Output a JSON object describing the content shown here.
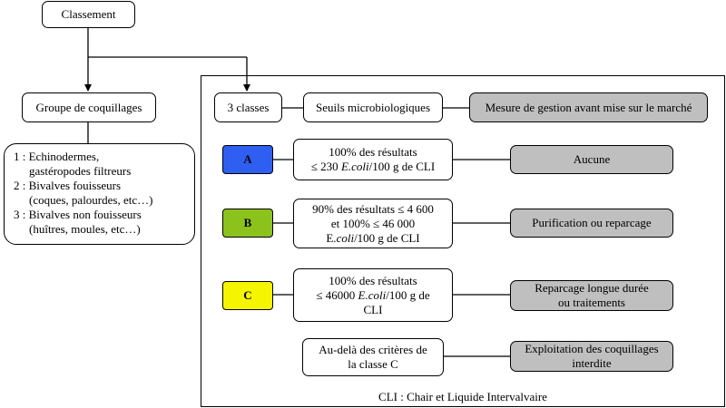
{
  "root": {
    "label": "Classement"
  },
  "groups": {
    "label": "Groupe de coquillages",
    "items": [
      {
        "num": "1 : Echinodermes,",
        "cont": "gastéropodes filtreurs"
      },
      {
        "num": "2 : Bivalves fouisseurs",
        "cont": "(coques, palourdes, etc…)"
      },
      {
        "num": "3 : Bivalves non fouisseurs",
        "cont": "(huîtres, moules, etc…)"
      }
    ]
  },
  "headers": {
    "classes": "3 classes",
    "thresholds": "Seuils microbiologiques",
    "management": "Mesure de gestion avant mise sur le marché"
  },
  "classes": [
    {
      "letter": "A",
      "color": "#2e5ff0",
      "threshold": {
        "l1": "100% des résultats",
        "l2a": "≤ 230 ",
        "l2i": "E.coli",
        "l2b": "/100 g de CLI",
        "l3": ""
      },
      "measure": {
        "l1": "Aucune",
        "l2": ""
      }
    },
    {
      "letter": "B",
      "color": "#8cc21c",
      "threshold": {
        "l1": "90% des résultats ≤ 4 600",
        "l2a": "et 100% ≤ 46 000",
        "l2i": "",
        "l2b": "",
        "l3a": "E.",
        "l3i": "coli",
        "l3b": "/100 g de CLI"
      },
      "measure": {
        "l1": "Purification ou reparcage",
        "l2": ""
      }
    },
    {
      "letter": "C",
      "color": "#f5f500",
      "threshold": {
        "l1": "100% des résultats",
        "l2a": "≤ 46000 ",
        "l2i": "E.coli",
        "l2b": "/100 g de",
        "l3": "CLI"
      },
      "measure": {
        "l1": "Reparcage longue durée",
        "l2": "ou traitements"
      }
    }
  ],
  "beyond": {
    "threshold": {
      "l1": "Au-delà des critères de",
      "l2": "la classe C"
    },
    "measure": {
      "l1": "Exploitation des coquillages",
      "l2": "interdite"
    }
  },
  "footnote": "CLI : Chair et Liquide Intervalvaire"
}
